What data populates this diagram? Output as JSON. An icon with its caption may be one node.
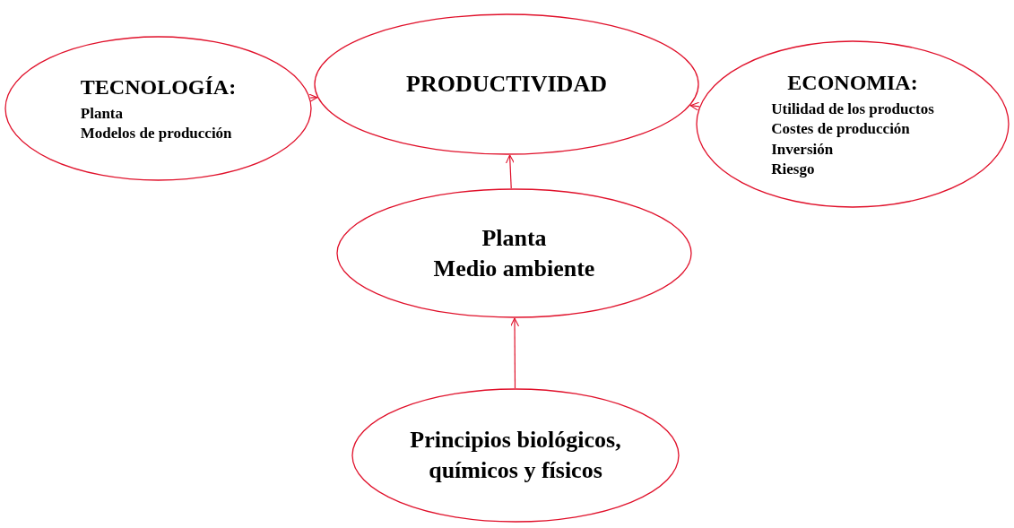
{
  "diagram": {
    "nodes": [
      {
        "text": [
          "TECNOLOGÍA:",
          "Planta",
          "Modelos de producción"
        ]
      },
      {
        "text": [
          "PRODUCTIVIDAD"
        ]
      },
      {
        "text": [
          "ECONOMIA:",
          "Utilidad de los productos",
          "Costes de producción",
          "Inversión",
          "Riesgo"
        ]
      },
      {
        "text": [
          "Planta",
          "Medio ambiente"
        ]
      },
      {
        "text": [
          "Principios biológicos, químicos y físicos"
        ]
      }
    ],
    "edges": [
      {
        "from": 0,
        "to": 1,
        "arrow": "to"
      },
      {
        "from": 2,
        "to": 1,
        "arrow": "to"
      },
      {
        "from": 3,
        "to": 1,
        "arrow": "to"
      },
      {
        "from": 4,
        "to": 3,
        "arrow": "to"
      }
    ]
  }
}
